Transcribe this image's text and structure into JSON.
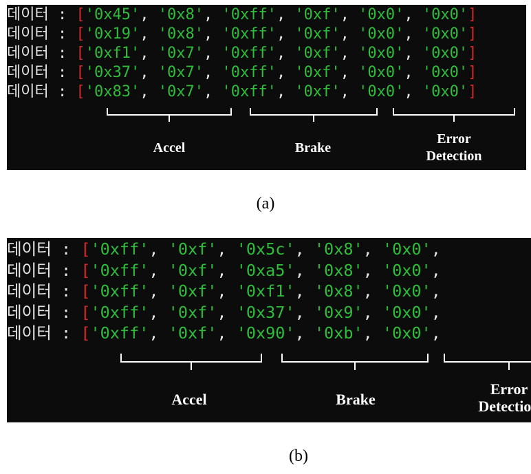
{
  "row_label": "데이터",
  "separator": ":",
  "panel_a": {
    "rows": [
      [
        "0x45",
        "0x8",
        "0xff",
        "0xf",
        "0x0",
        "0x0"
      ],
      [
        "0x19",
        "0x8",
        "0xff",
        "0xf",
        "0x0",
        "0x0"
      ],
      [
        "0xf1",
        "0x7",
        "0xff",
        "0xf",
        "0x0",
        "0x0"
      ],
      [
        "0x37",
        "0x7",
        "0xff",
        "0xf",
        "0x0",
        "0x0"
      ],
      [
        "0x83",
        "0x7",
        "0xff",
        "0xf",
        "0x0",
        "0x0"
      ]
    ],
    "labels": {
      "accel": "Accel",
      "brake": "Brake",
      "error_line1": "Error",
      "error_line2": "Detection"
    }
  },
  "panel_b": {
    "rows": [
      [
        "0xff",
        "0xf",
        "0x5c",
        "0x8",
        "0x0"
      ],
      [
        "0xff",
        "0xf",
        "0xa5",
        "0x8",
        "0x0"
      ],
      [
        "0xff",
        "0xf",
        "0xf1",
        "0x8",
        "0x0"
      ],
      [
        "0xff",
        "0xf",
        "0x37",
        "0x9",
        "0x0"
      ],
      [
        "0xff",
        "0xf",
        "0x90",
        "0xb",
        "0x0"
      ]
    ],
    "labels": {
      "accel": "Accel",
      "brake": "Brake",
      "error_line1": "Error",
      "error_line2": "Detection"
    }
  },
  "captions": {
    "a": "(a)",
    "b": "(b)"
  },
  "colors": {
    "background": "#0c0c0c",
    "bracket": "#d62828",
    "hex": "#2ebd3a",
    "label": "#e6e6e6",
    "group_label": "#ffffff"
  }
}
